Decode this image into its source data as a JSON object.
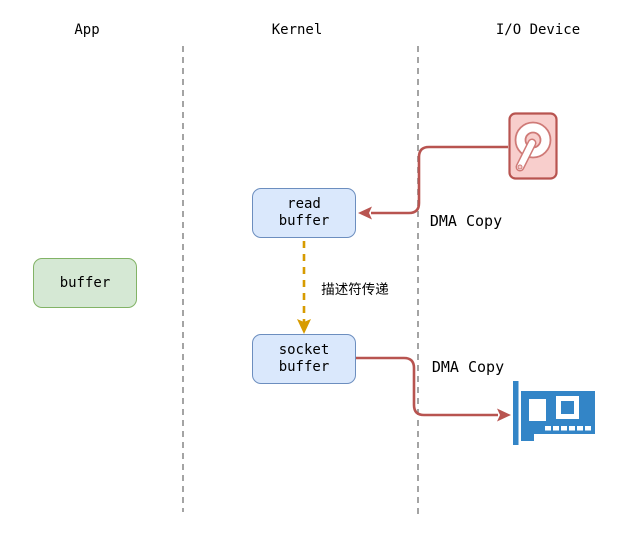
{
  "lanes": [
    {
      "label": "App"
    },
    {
      "label": "Kernel"
    },
    {
      "label": "I/O Device"
    }
  ],
  "nodes": {
    "app_buffer": {
      "label": "buffer"
    },
    "read_buffer": {
      "label": "read buffer"
    },
    "socket_buffer": {
      "label": "socket buffer"
    }
  },
  "edges": {
    "disk_to_read_buffer": {
      "label": "DMA Copy"
    },
    "read_to_socket": {
      "label": "描述符传递"
    },
    "socket_to_nic": {
      "label": "DMA Copy"
    }
  },
  "icons": {
    "disk": "hard-disk-icon",
    "nic": "network-card-icon"
  },
  "colors": {
    "node-blue-fill": "#dae8fc",
    "node-blue-border": "#6c8ebf",
    "node-green-fill": "#d5e8d4",
    "node-green-border": "#82b366",
    "arrow-red": "#b85450",
    "arrow-orange": "#d79b00",
    "disk-fill": "#f8cecc",
    "disk-border": "#b85450",
    "nic-blue": "#3385c7",
    "lane-line": "#9a9a9a",
    "text": "#000000"
  }
}
